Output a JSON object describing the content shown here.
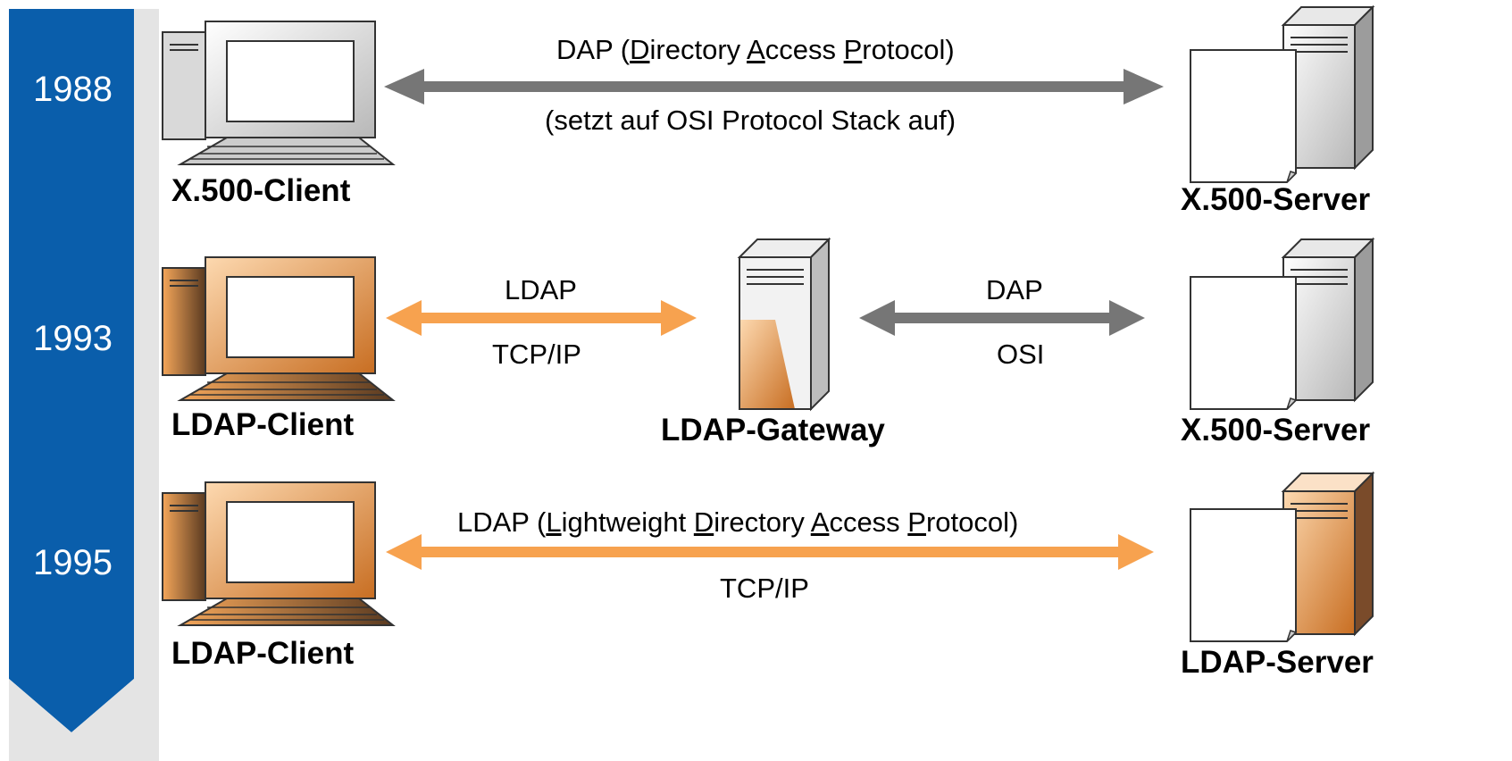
{
  "timeline": {
    "years": [
      "1988",
      "1993",
      "1995"
    ],
    "colors": {
      "bar": "#0a5eab",
      "bar_shadow": "#e4e4e4"
    }
  },
  "rows": {
    "r1988": {
      "client_label": "X.500-Client",
      "server_label": "X.500-Server",
      "link": {
        "parts": [
          "DAP (",
          "D",
          "irectory ",
          "A",
          "ccess ",
          "P",
          "rotocol)"
        ],
        "bottom": "(setzt auf OSI Protocol Stack auf)",
        "color": "#767676"
      }
    },
    "r1993": {
      "client_label": "LDAP-Client",
      "gateway_label": "LDAP-Gateway",
      "server_label": "X.500-Server",
      "link_left": {
        "top": "LDAP",
        "bottom": "TCP/IP",
        "color": "#f7a24f"
      },
      "link_right": {
        "top": "DAP",
        "bottom": "OSI",
        "color": "#767676"
      }
    },
    "r1995": {
      "client_label": "LDAP-Client",
      "server_label": "LDAP-Server",
      "link": {
        "parts": [
          "LDAP (",
          "L",
          "ightweight ",
          "D",
          "irectory ",
          "A",
          "ccess ",
          "P",
          "rotocol)"
        ],
        "bottom": "TCP/IP",
        "color": "#f7a24f"
      }
    }
  },
  "icons": {
    "computer": "computer-icon",
    "server": "server-icon",
    "document": "document-icon",
    "gray_fill": "#d8d8d8",
    "orange_fill": "#f7a24f"
  }
}
